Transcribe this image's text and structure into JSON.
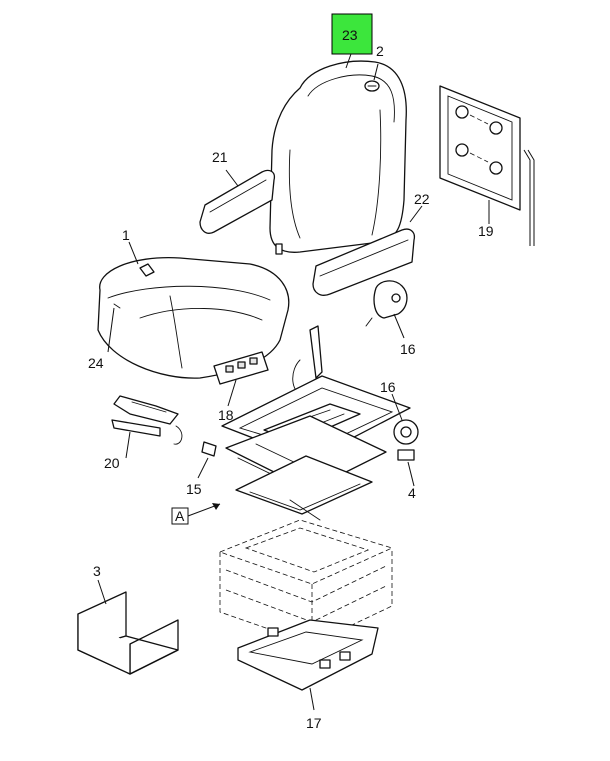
{
  "highlight_color": "#3CE63C",
  "callouts": {
    "c23": "23",
    "c2": "2",
    "c21": "21",
    "c22": "22",
    "c19": "19",
    "c1": "1",
    "c24": "24",
    "c16a": "16",
    "c16b": "16",
    "c18": "18",
    "c20": "20",
    "c15": "15",
    "c4": "4",
    "cA": "A",
    "c3": "3",
    "c17": "17"
  }
}
